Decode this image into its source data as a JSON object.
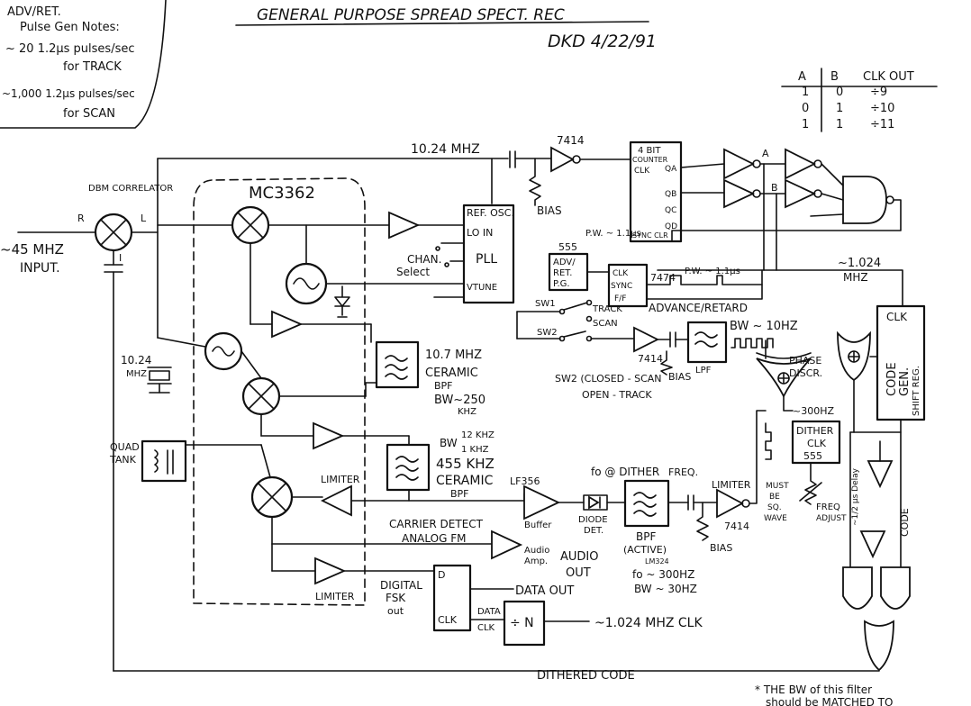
{
  "title": {
    "main": "GENERAL PURPOSE SPREAD SPECT. REC",
    "author_date": "DKD  4/22/91"
  },
  "notes": {
    "line1": "ADV/RET.",
    "line2": "Pulse Gen Notes:",
    "line3": "~ 20  1.2μs pulses/sec",
    "line4": "for TRACK",
    "line5": "~1,000  1.2μs pulses/sec",
    "line6": "for SCAN"
  },
  "truth_table": {
    "headers": [
      "A",
      "B",
      "CLK OUT"
    ],
    "rows": [
      [
        "1",
        "0",
        "÷9"
      ],
      [
        "0",
        "1",
        "÷10"
      ],
      [
        "1",
        "1",
        "÷11"
      ]
    ]
  },
  "labels": {
    "input": "~45 MHZ",
    "input2": "INPUT.",
    "dbm": "DBM CORRELATOR",
    "port_r": "R",
    "port_l": "L",
    "port_i": "I",
    "mc3362": "MC3362",
    "ref_osc": "REF. OSC.",
    "lo_in": "LO IN",
    "pll": "PLL",
    "vtune": "VTUNE",
    "chan_select": "CHAN.",
    "chan_select2": "Select",
    "xtal_freq": "10.24",
    "xtal_unit": "MHZ",
    "freq_1024": "10.24 MHZ",
    "ceramic1": "10.7 MHZ",
    "ceramic1b": "CERAMIC",
    "ceramic1c": "BPF",
    "ceramic1d": "BW~250",
    "ceramic1e": "KHZ",
    "bw_455": "BW",
    "bw_455b": "12 KHZ",
    "bw_455c": "1 KHZ",
    "ceramic2": "455 KHZ",
    "ceramic2b": "CERAMIC",
    "ceramic2c": "BPF",
    "quad_tank": "QUAD",
    "quad_tank2": "TANK",
    "limiter1": "LIMITER",
    "limiter2": "LIMITER",
    "limiter3": "LIMITER",
    "carrier_detect": "CARRIER DETECT",
    "analog_fm": "ANALOG FM",
    "audio_amp": "Audio",
    "audio_amp2": "Amp.",
    "audio_out": "AUDIO",
    "audio_out2": "OUT",
    "digital_fsk": "DIGITAL",
    "digital_fsk2": "FSK",
    "digital_fsk3": "out",
    "d_label": "D",
    "clk_label": "CLK",
    "data_out": "DATA OUT",
    "data_clk": "DATA",
    "data_clk2": "CLK",
    "div_n": "÷ N",
    "clk_1024": "~1.024 MHZ CLK",
    "dithered_code": "DITHERED CODE",
    "bias1": "BIAS",
    "bias2": "BIAS",
    "bias3": "BIAS",
    "ic_7414a": "7414",
    "ic_7414b": "7414",
    "ic_7414c": "7414",
    "ic_7474": "7474",
    "counter": "4 BIT",
    "counter2": "COUNTER",
    "qa": "QA",
    "qb": "QB",
    "qc": "QC",
    "qd": "QD",
    "sync_clr": "SYNC CLR",
    "pw": "P.W. ~ 1.1μs",
    "ic555": "555",
    "adv_ret": "ADV/",
    "adv_ret2": "RET.",
    "adv_ret3": "P.G.",
    "clk_ff": "CLK",
    "sync_ff": "SYNC",
    "ff": "F/F",
    "track": "TRACK",
    "scan": "SCAN",
    "sw1": "SW1",
    "sw2": "SW2",
    "advance_retard": "ADVANCE/RETARD",
    "lpf": "LPF",
    "bw_10hz": "BW ~ 10HZ",
    "phase_discr": "PHASE",
    "phase_discr2": "DISCR.",
    "sw2_note1": "SW2 (CLOSED - SCAN",
    "sw2_note2": "OPEN - TRACK",
    "mhz_1024": "~1.024",
    "mhz": "MHZ",
    "clk_gen": "CLK",
    "code_gen": "CODE",
    "code_gen2": "GEN.",
    "shift_reg": "SHIFT REG.",
    "hz300": "~300HZ",
    "dither_clk": "DITHER",
    "dither_clk2": "CLK",
    "dither_clk3": "555",
    "freq_adjust": "FREQ",
    "freq_adjust2": "ADJUST",
    "must_be": "MUST",
    "must_be2": "BE",
    "must_be3": "SQ.",
    "must_be4": "WAVE",
    "half_delay": "~1/2 μs Delay",
    "code": "CODE",
    "lf356": "LF356",
    "buffer": "Buffer",
    "diode_det": "DIODE",
    "diode_det2": "DET.",
    "fo_dither": "fo @ DITHER",
    "fo_dither2": "FREQ.",
    "bpf_active": "BPF",
    "bpf_active2": "(ACTIVE)",
    "bpf_active3": "LM324",
    "fo_300": "fo ~ 300HZ",
    "bw_30": "BW ~ 30HZ",
    "node_a": "A",
    "node_b": "B",
    "footnote": "* THE BW of this filter",
    "footnote2": "should be MATCHED TO"
  }
}
